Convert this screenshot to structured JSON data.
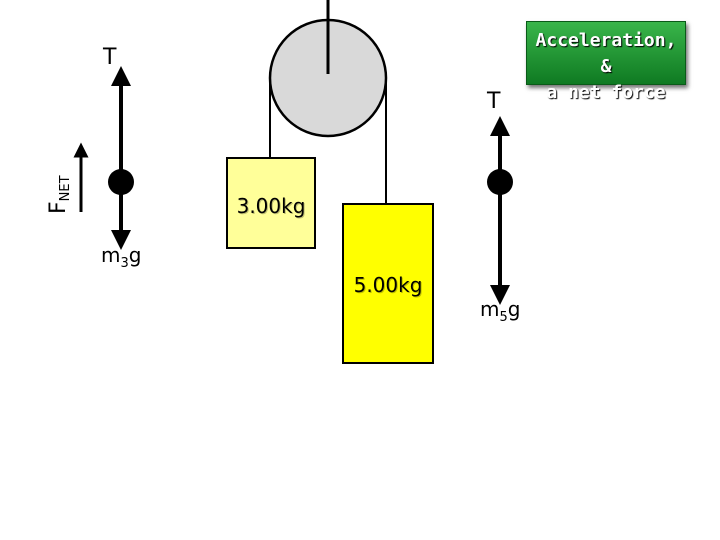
{
  "badge": {
    "line1": "Acceleration, &",
    "line2": "a net force",
    "color": "#2aa83c"
  },
  "left_fbd": {
    "tension_label": "T",
    "weight_label": {
      "main": "m",
      "sub": "3",
      "end": "g"
    },
    "net_force_label": {
      "main": "F",
      "sub": "NET"
    }
  },
  "right_fbd": {
    "tension_label": "T",
    "weight_label": {
      "main": "m",
      "sub": "5",
      "end": "g"
    }
  },
  "masses": {
    "left": {
      "label": "3.00kg",
      "color": "#ffff99"
    },
    "right": {
      "label": "5.00kg",
      "color": "#ffff00"
    }
  },
  "pulley": {
    "color": "#d9d9d9"
  }
}
